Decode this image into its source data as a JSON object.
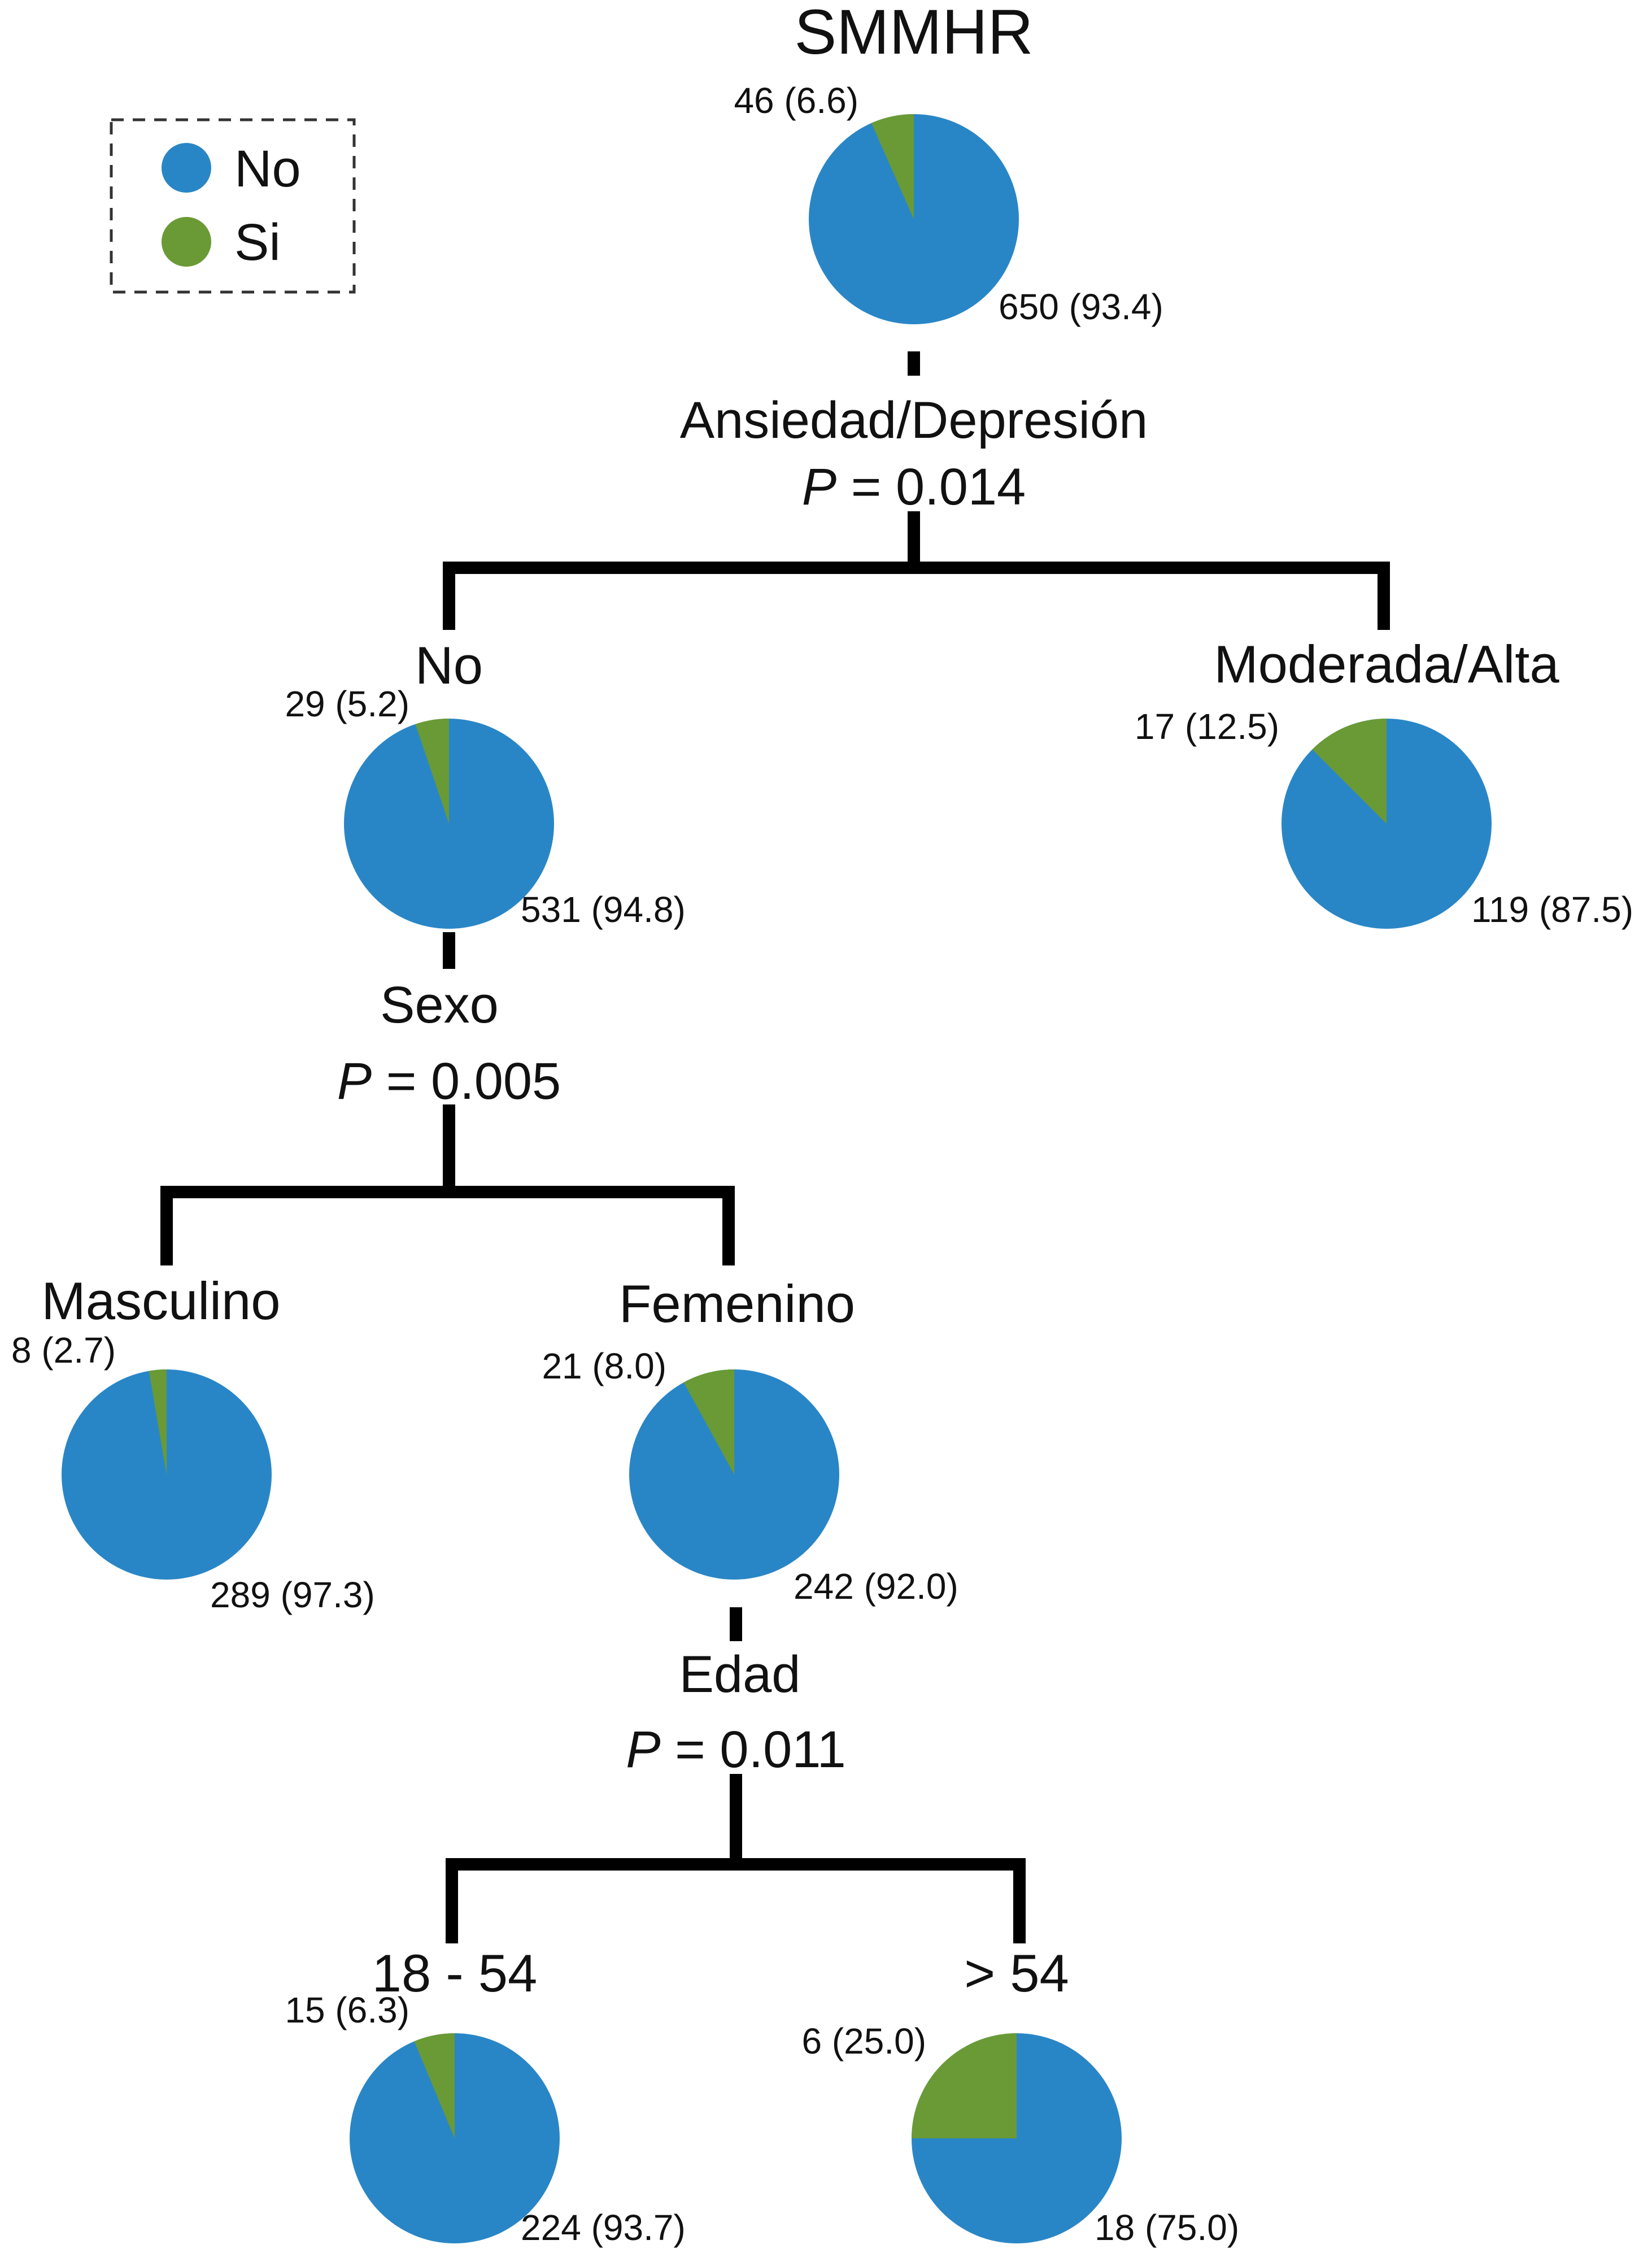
{
  "title": "SMMHR",
  "legend": {
    "items": [
      {
        "label": "No",
        "color": "#2986c6"
      },
      {
        "label": "Si",
        "color": "#6a9a35"
      }
    ]
  },
  "colors": {
    "no": "#2986c6",
    "si": "#6a9a35",
    "line": "#000000"
  },
  "nodes": [
    {
      "id": "root",
      "no_count": 650,
      "si_count": 46,
      "no_label": "650 (93.4)",
      "si_label": "46 (6.6)"
    },
    {
      "id": "ad-no",
      "branch_label": "No",
      "no_count": 531,
      "si_count": 29,
      "no_label": "531 (94.8)",
      "si_label": "29 (5.2)"
    },
    {
      "id": "ad-alta",
      "branch_label": "Moderada/Alta",
      "no_count": 119,
      "si_count": 17,
      "no_label": "119 (87.5)",
      "si_label": "17 (12.5)"
    },
    {
      "id": "sexo-masc",
      "branch_label": "Masculino",
      "no_count": 289,
      "si_count": 8,
      "no_label": "289 (97.3)",
      "si_label": "8 (2.7)"
    },
    {
      "id": "sexo-fem",
      "branch_label": "Femenino",
      "no_count": 242,
      "si_count": 21,
      "no_label": "242 (92.0)",
      "si_label": "21 (8.0)"
    },
    {
      "id": "edad-young",
      "branch_label": "18 - 54",
      "no_count": 224,
      "si_count": 15,
      "no_label": "224 (93.7)",
      "si_label": "15 (6.3)"
    },
    {
      "id": "edad-old",
      "branch_label": "> 54",
      "no_count": 18,
      "si_count": 6,
      "no_label": "18 (75.0)",
      "si_label": "6 (25.0)"
    }
  ],
  "splits": [
    {
      "id": "split-ad",
      "variable": "Ansiedad/Depresión",
      "p_symbol": "P",
      "p_text": " = 0.014"
    },
    {
      "id": "split-sexo",
      "variable": "Sexo",
      "p_symbol": "P",
      "p_text": " = 0.005"
    },
    {
      "id": "split-edad",
      "variable": "Edad",
      "p_symbol": "P",
      "p_text": " = 0.011"
    }
  ]
}
